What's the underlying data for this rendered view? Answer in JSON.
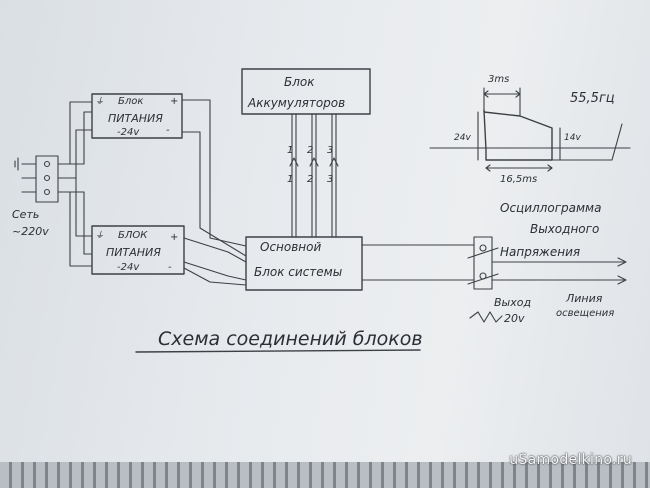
{
  "diagram": {
    "title": "Схема соединений блоков",
    "psu_top": {
      "line1": "Блок",
      "line2": "ПИТАНИЯ",
      "line3": "-24v"
    },
    "psu_bottom": {
      "line1": "БЛОК",
      "line2": "ПИТАНИЯ",
      "line3": "-24v"
    },
    "battery": {
      "line1": "Блок",
      "line2": "Аккумуляторов"
    },
    "main": {
      "line1": "Основной",
      "line2": "Блок системы"
    },
    "mains": {
      "line1": "Сеть",
      "line2": "~220v"
    },
    "wire_numbers": [
      "1",
      "2",
      "3",
      "1",
      "2",
      "3"
    ],
    "osc": {
      "label1": "Осциллограмма",
      "label2": "Выходного",
      "label3": "Напряжения",
      "pulse": "3ms",
      "amp": "24v",
      "drop": "14v",
      "period": "16,5ms",
      "freq": "55,5гц"
    },
    "output": {
      "line1": "Выход",
      "line2": "20v"
    },
    "lighting": {
      "line1": "Линия",
      "line2": "освещения"
    }
  },
  "watermark": "uSamodelkino.ru"
}
